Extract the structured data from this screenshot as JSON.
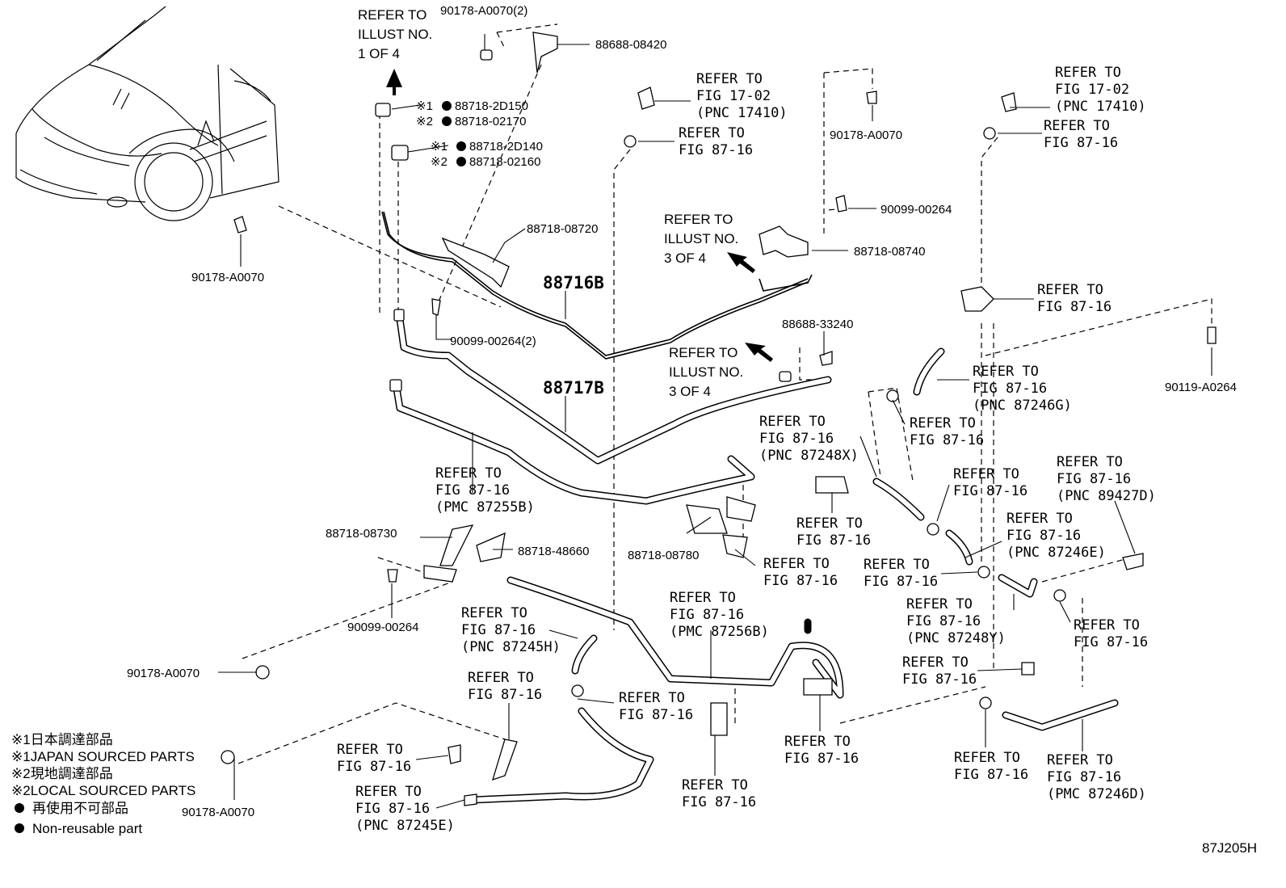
{
  "diagram_id": "87J205H",
  "part_numbers": {
    "clip_top": "90178-A0070(2)",
    "bracket_top": "88688-08420",
    "sensor_1": "88718-2D150",
    "sensor_2": "88718-02170",
    "sensor_3": "88718-2D140",
    "sensor_4": "88718-02160",
    "clip_left": "90178-A0070",
    "sensor_clamp": "88718-08720",
    "pipe_b": "88716B",
    "screw_2": "90099-00264(2)",
    "pipe_a": "88717B",
    "clip_right_top": "90178-A0070",
    "screw_right": "90099-00264",
    "sensor_right": "88718-08740",
    "bracket_mid": "88688-33240",
    "bolt_far_right": "90119-A0264",
    "clamp_left": "88718-08730",
    "clamp_left2": "88718-48660",
    "screw_left": "90099-00264",
    "clip_bottom_left": "90178-A0070",
    "clamp_center": "88718-08780",
    "clip_bottom": "90178-A0070"
  },
  "refer_labels": {
    "illust_1_of_4": [
      "REFER TO",
      "ILLUST NO.",
      "1 OF 4"
    ],
    "illust_3_of_4_a": [
      "REFER TO",
      "ILLUST NO.",
      "3 OF 4"
    ],
    "illust_3_of_4_b": [
      "REFER TO",
      "ILLUST NO.",
      "3 OF 4"
    ],
    "fig17_a": [
      "REFER TO",
      "FIG 17-02",
      "(PNC 17410)"
    ],
    "fig17_b": [
      "REFER TO",
      "FIG 17-02",
      "(PNC 17410)"
    ],
    "fig87_a": [
      "REFER TO",
      "FIG 87-16"
    ],
    "fig87_b": [
      "REFER TO",
      "FIG 87-16"
    ],
    "fig87_c": [
      "REFER TO",
      "FIG 87-16"
    ],
    "fig87_246g": [
      "REFER TO",
      "FIG 87-16",
      "(PNC 87246G)"
    ],
    "fig87_d": [
      "REFER TO",
      "FIG 87-16"
    ],
    "fig87_248x": [
      "REFER TO",
      "FIG 87-16",
      "(PNC 87248X)"
    ],
    "fig87_e": [
      "REFER TO",
      "FIG 87-16"
    ],
    "fig87_f": [
      "REFER TO",
      "FIG 87-16"
    ],
    "fig87_427d": [
      "REFER TO",
      "FIG 87-16",
      "(PNC 89427D)"
    ],
    "fig87_255b": [
      "REFER TO",
      "FIG 87-16",
      "(PMC 87255B)"
    ],
    "fig87_246e": [
      "REFER TO",
      "FIG 87-16",
      "(PNC 87246E)"
    ],
    "fig87_g": [
      "REFER TO",
      "FIG 87-16"
    ],
    "fig87_h": [
      "REFER TO",
      "FIG 87-16"
    ],
    "fig87_248y": [
      "REFER TO",
      "FIG 87-16",
      "(PNC 87248Y)"
    ],
    "fig87_i": [
      "REFER TO",
      "FIG 87-16"
    ],
    "fig87_256b": [
      "REFER TO",
      "FIG 87-16",
      "(PMC 87256B)"
    ],
    "fig87_245h": [
      "REFER TO",
      "FIG 87-16",
      "(PNC 87245H)"
    ],
    "fig87_j": [
      "REFER TO",
      "FIG 87-16"
    ],
    "fig87_k": [
      "REFER TO",
      "FIG 87-16"
    ],
    "fig87_l": [
      "REFER TO",
      "FIG 87-16"
    ],
    "fig87_m": [
      "REFER TO",
      "FIG 87-16"
    ],
    "fig87_n": [
      "REFER TO",
      "FIG 87-16"
    ],
    "fig87_o": [
      "REFER TO",
      "FIG 87-16"
    ],
    "fig87_p": [
      "REFER TO",
      "FIG 87-16"
    ],
    "fig87_245e": [
      "REFER TO",
      "FIG 87-16",
      "(PNC 87245E)"
    ],
    "fig87_246d": [
      "REFER TO",
      "FIG 87-16",
      "(PMC 87246D)"
    ]
  },
  "legend": {
    "line1": "※1日本調達部品",
    "line2": "※1JAPAN SOURCED PARTS",
    "line3": "※2現地調達部品",
    "line4": "※2LOCAL SOURCED PARTS",
    "line5": "再使用不可部品",
    "line6": "Non-reusable part"
  },
  "marks": {
    "mark1": "※1",
    "mark2": "※2"
  }
}
